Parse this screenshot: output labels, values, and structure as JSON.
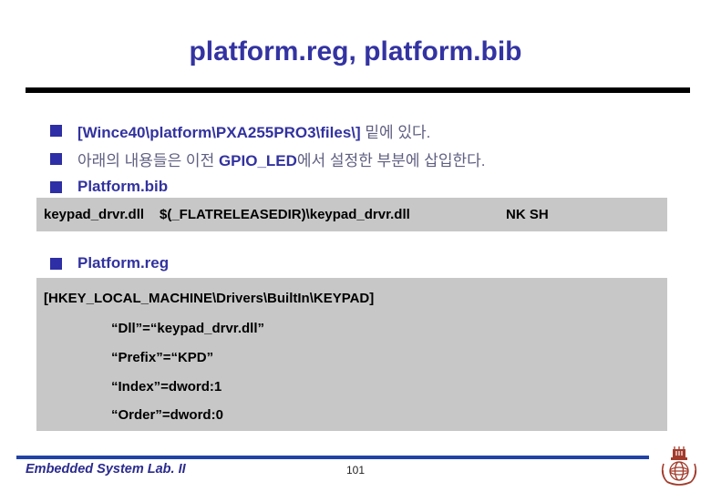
{
  "slide": {
    "title": "platform.reg, platform.bib",
    "bullets": {
      "0": {
        "path": "[Wince40\\platform\\PXA255PRO3\\files\\]",
        "tail": " 밑에 있다."
      },
      "1": {
        "head": "아래의 내용들은 이전 ",
        "strong": "GPIO_LED",
        "tail": "에서 설정한 부분에 삽입한다."
      },
      "2": {
        "label": "Platform.bib"
      },
      "3": {
        "label": "Platform.reg"
      }
    },
    "bib_box": {
      "module": "keypad_drvr.dll",
      "path": "$(_FLATRELEASEDIR)\\keypad_drvr.dll",
      "flags": "NK SH"
    },
    "reg_box": {
      "key": "[HKEY_LOCAL_MACHINE\\Drivers\\BuiltIn\\KEYPAD]",
      "entries": {
        "0": "“Dll”=“keypad_drvr.dll”",
        "1": "“Prefix”=“KPD”",
        "2": "“Index”=dword:1",
        "3": "“Order”=dword:0"
      }
    },
    "footer": {
      "lab": "Embedded System Lab. II",
      "page": "101",
      "logo": "university-emblem"
    },
    "colors": {
      "title_blue": "#3333a2",
      "bullet_blue": "#3232a0",
      "korean_gray": "#5f5f82",
      "box_gray": "#c7c7c7",
      "footer_line_blue": "#2143a6",
      "logo_red": "#a23b2c"
    }
  }
}
